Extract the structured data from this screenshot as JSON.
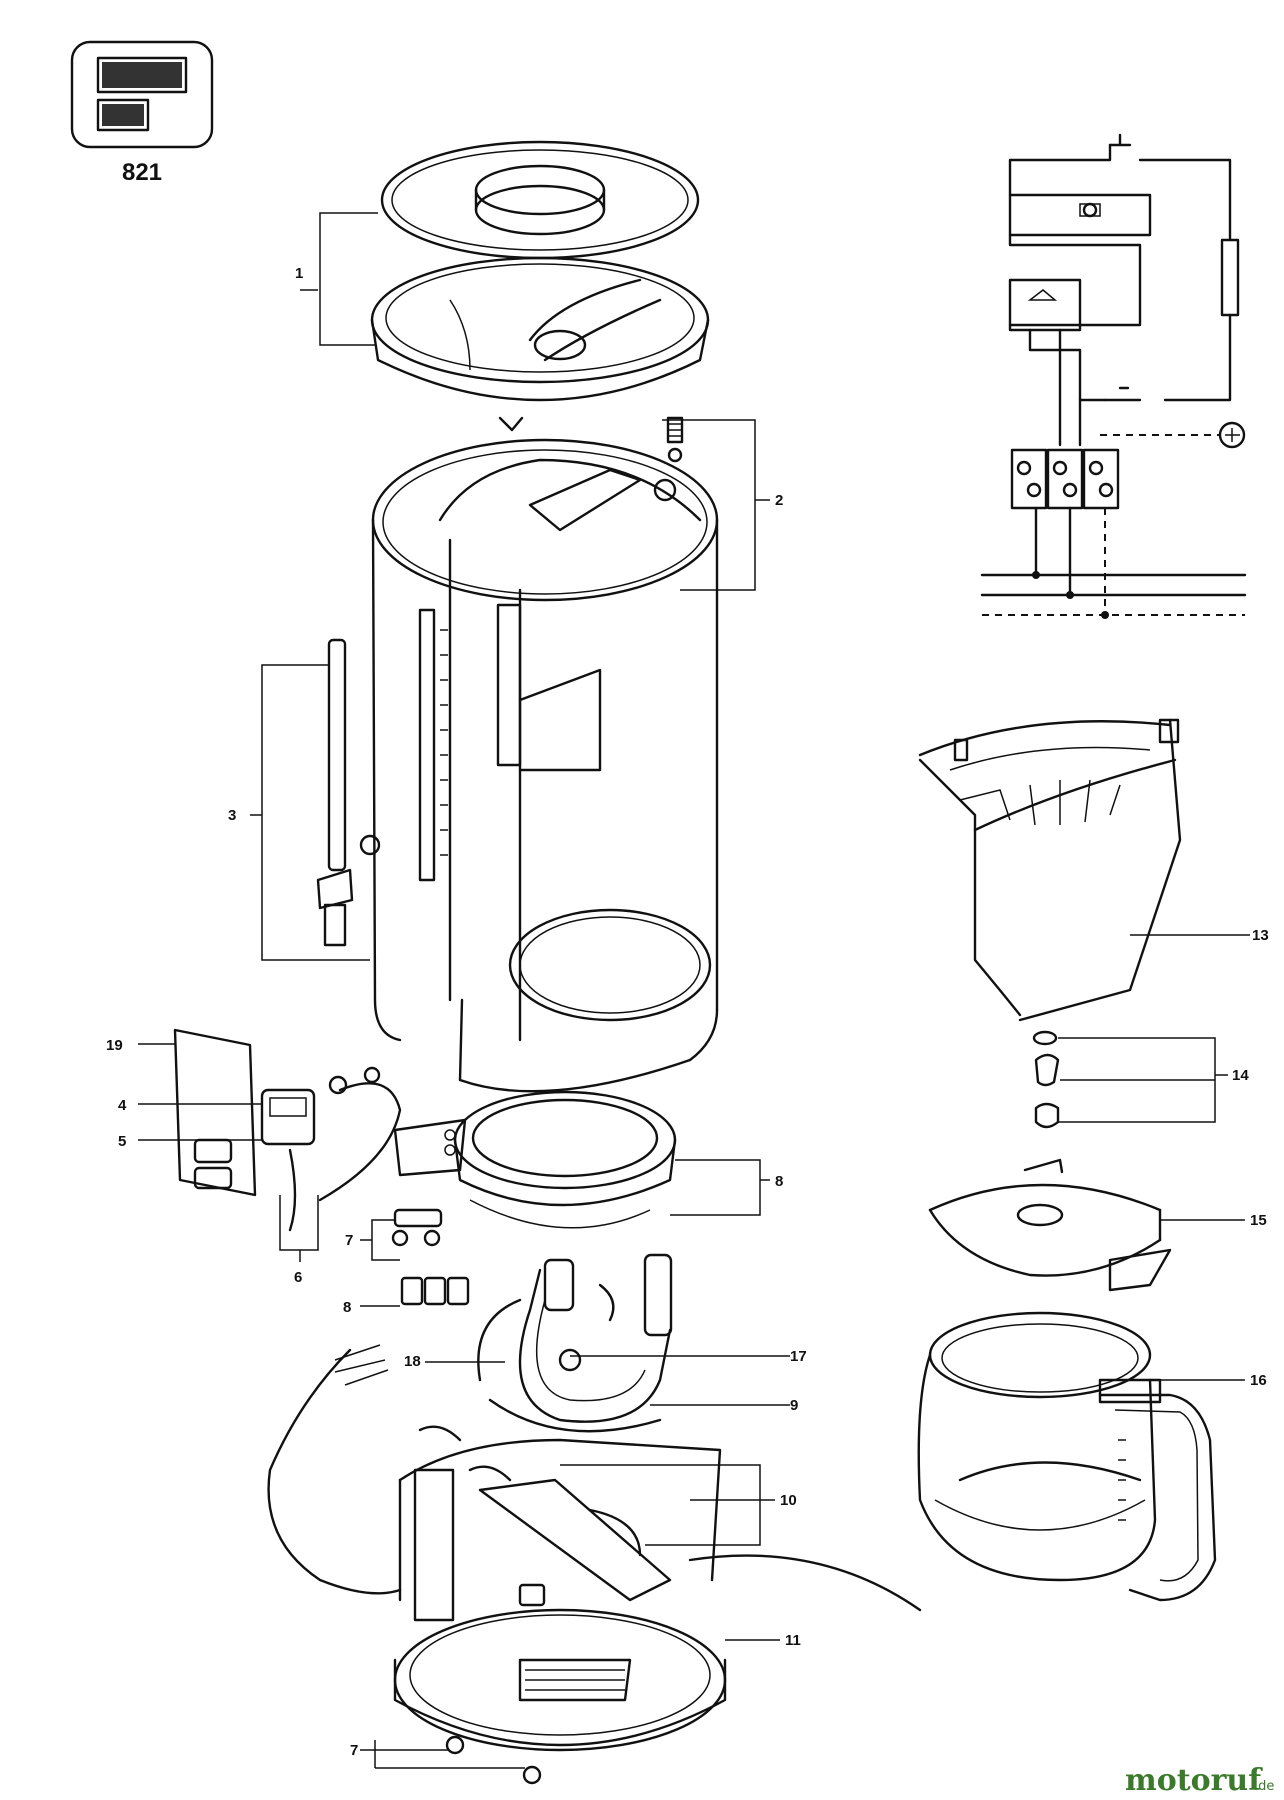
{
  "model": {
    "number": "821"
  },
  "watermark": {
    "brand": "motoruf",
    "suffix": ".de"
  },
  "parts": [
    {
      "key": "p1",
      "label": "1"
    },
    {
      "key": "p2",
      "label": "2"
    },
    {
      "key": "p3",
      "label": "3"
    },
    {
      "key": "p19",
      "label": "19"
    },
    {
      "key": "p4",
      "label": "4"
    },
    {
      "key": "p5",
      "label": "5"
    },
    {
      "key": "p8a",
      "label": "8"
    },
    {
      "key": "p7a",
      "label": "7"
    },
    {
      "key": "p6",
      "label": "6"
    },
    {
      "key": "p8b",
      "label": "8"
    },
    {
      "key": "p18",
      "label": "18"
    },
    {
      "key": "p17",
      "label": "17"
    },
    {
      "key": "p9",
      "label": "9"
    },
    {
      "key": "p10",
      "label": "10"
    },
    {
      "key": "p11",
      "label": "11"
    },
    {
      "key": "p7b",
      "label": "7"
    },
    {
      "key": "p13",
      "label": "13"
    },
    {
      "key": "p14",
      "label": "14"
    },
    {
      "key": "p15",
      "label": "15"
    },
    {
      "key": "p16",
      "label": "16"
    }
  ]
}
